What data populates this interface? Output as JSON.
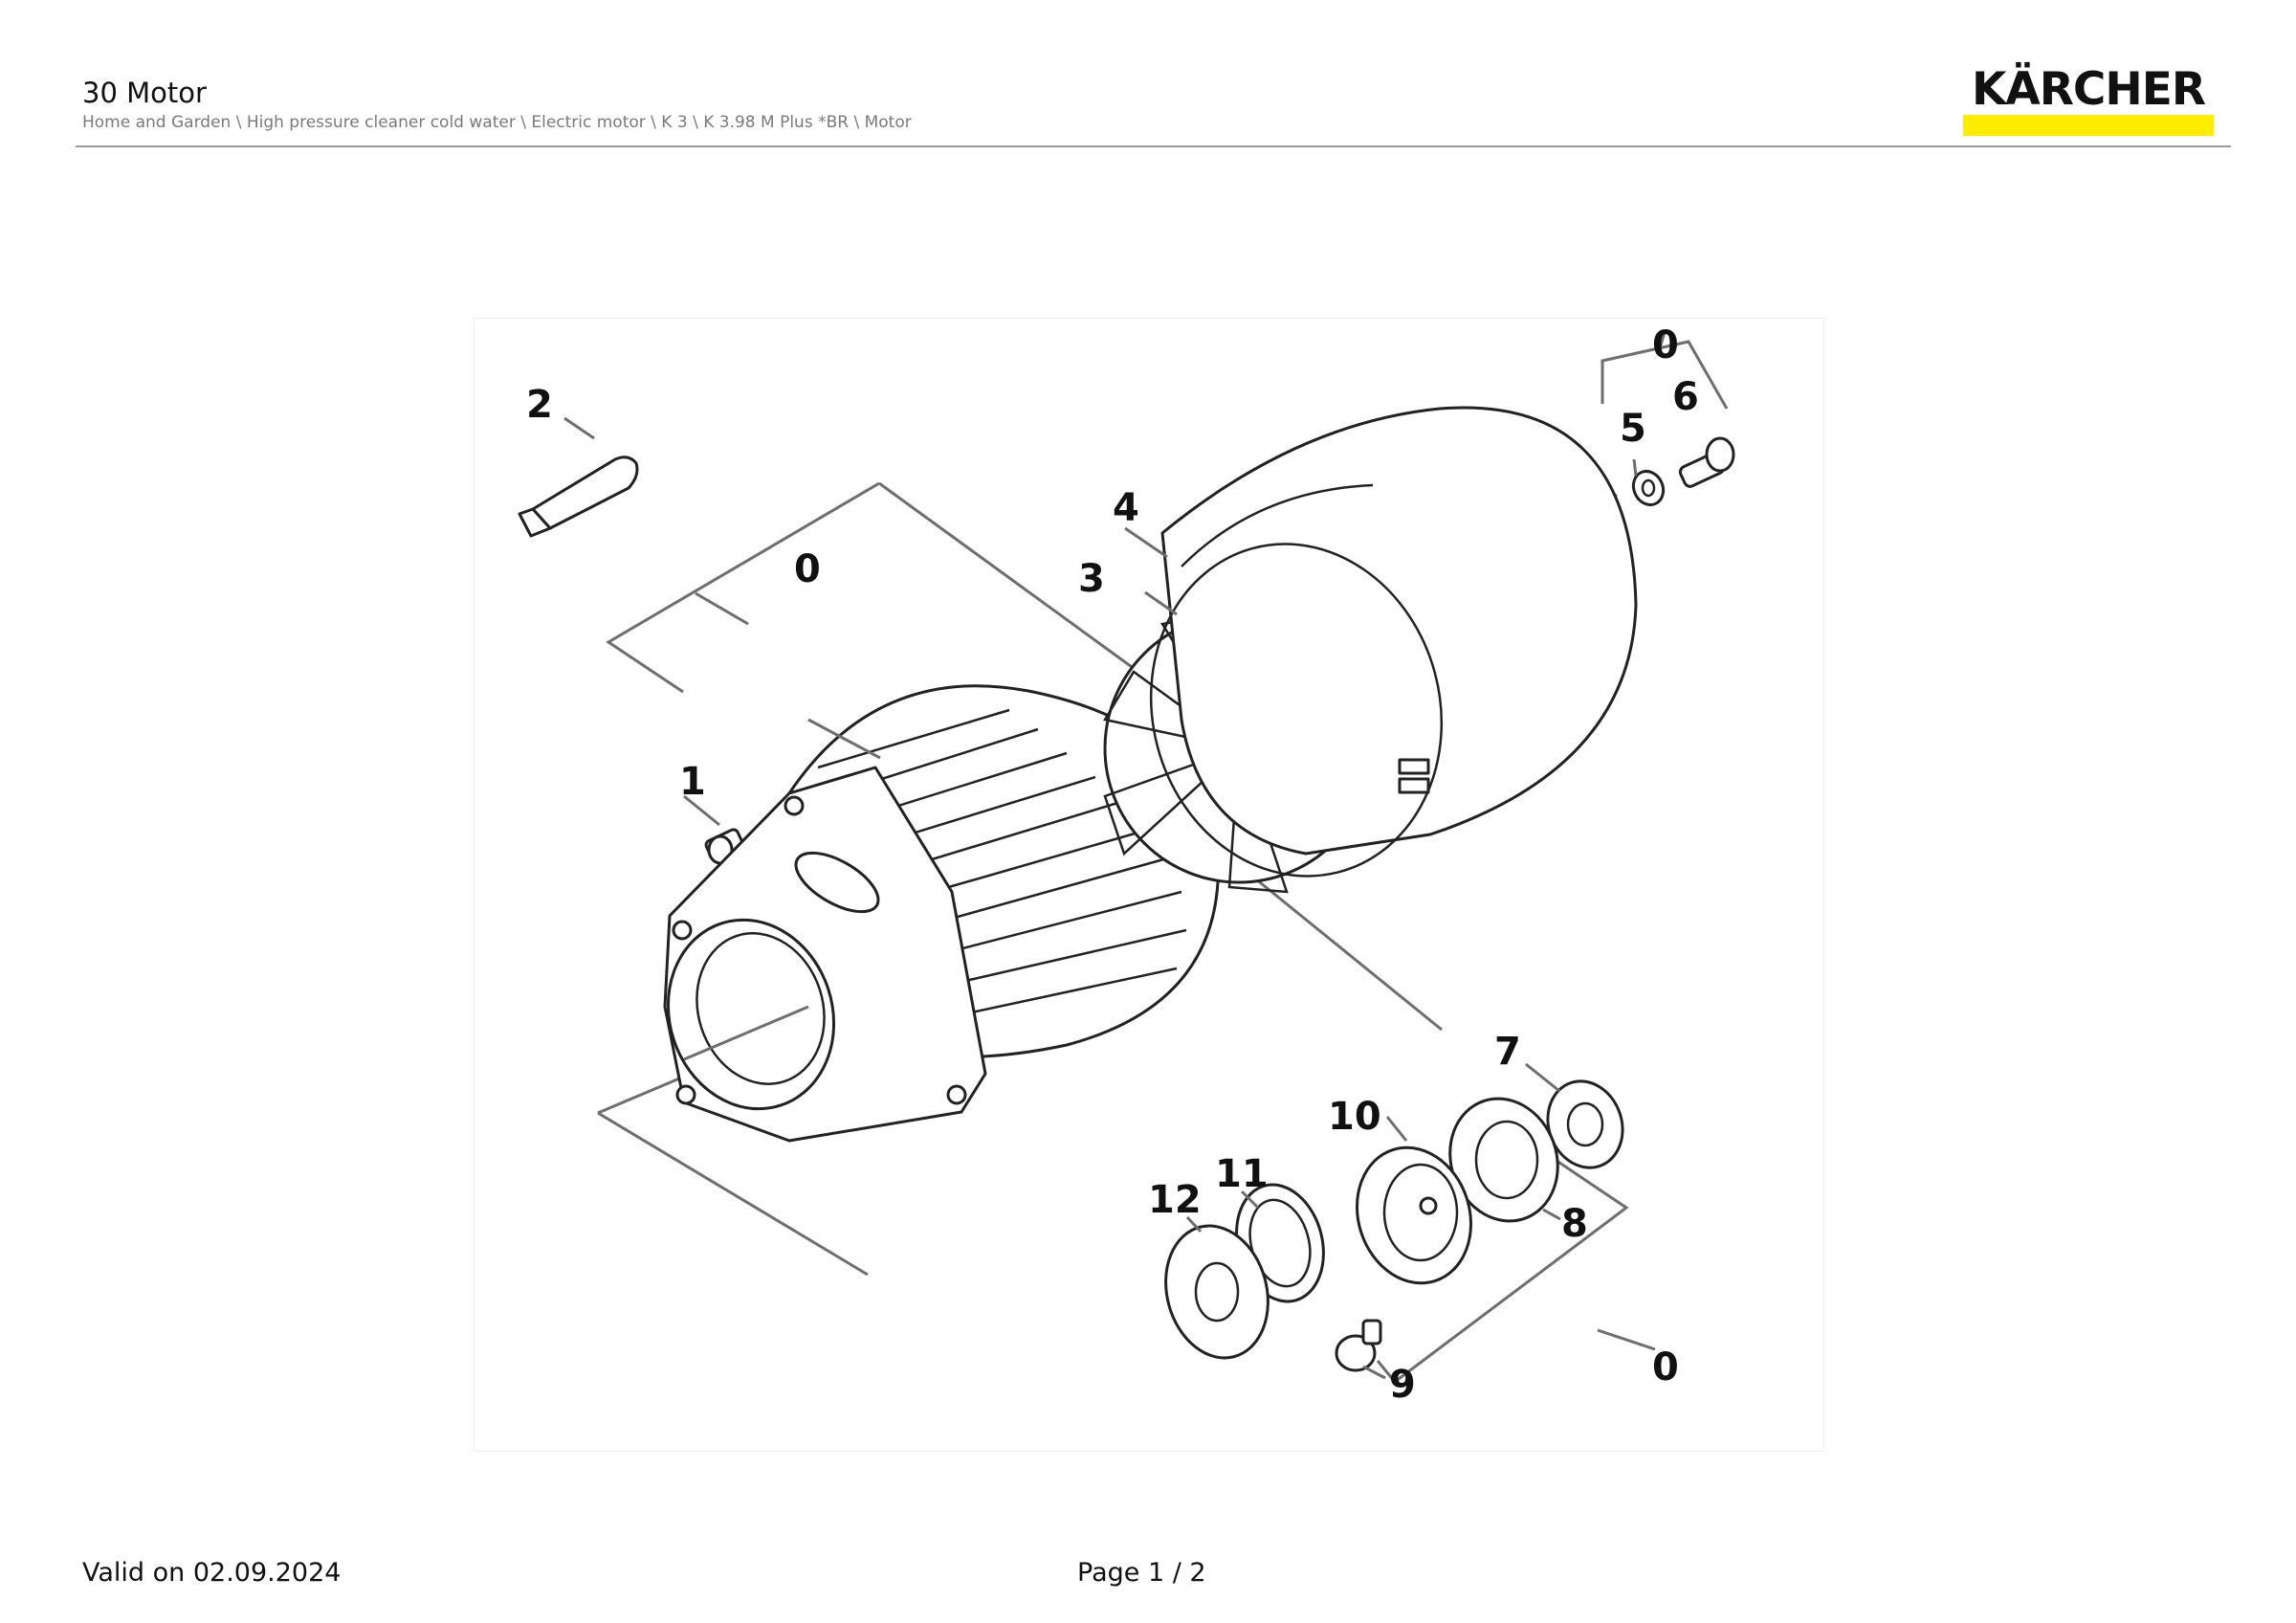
{
  "header": {
    "title": "30 Motor",
    "breadcrumb": "Home and Garden \\ High pressure cleaner cold water \\ Electric motor \\ K 3 \\ K 3.98 M Plus *BR \\ Motor"
  },
  "logo": {
    "text": "KÄRCHER",
    "bar_color": "#ffed00"
  },
  "drawing": {
    "callouts": [
      "0",
      "1",
      "2",
      "3",
      "4",
      "0",
      "5",
      "6",
      "7",
      "8",
      "9",
      "10",
      "11",
      "12",
      "0"
    ]
  },
  "footer": {
    "valid_on": "Valid on 02.09.2024",
    "page": "Page 1 / 2"
  }
}
